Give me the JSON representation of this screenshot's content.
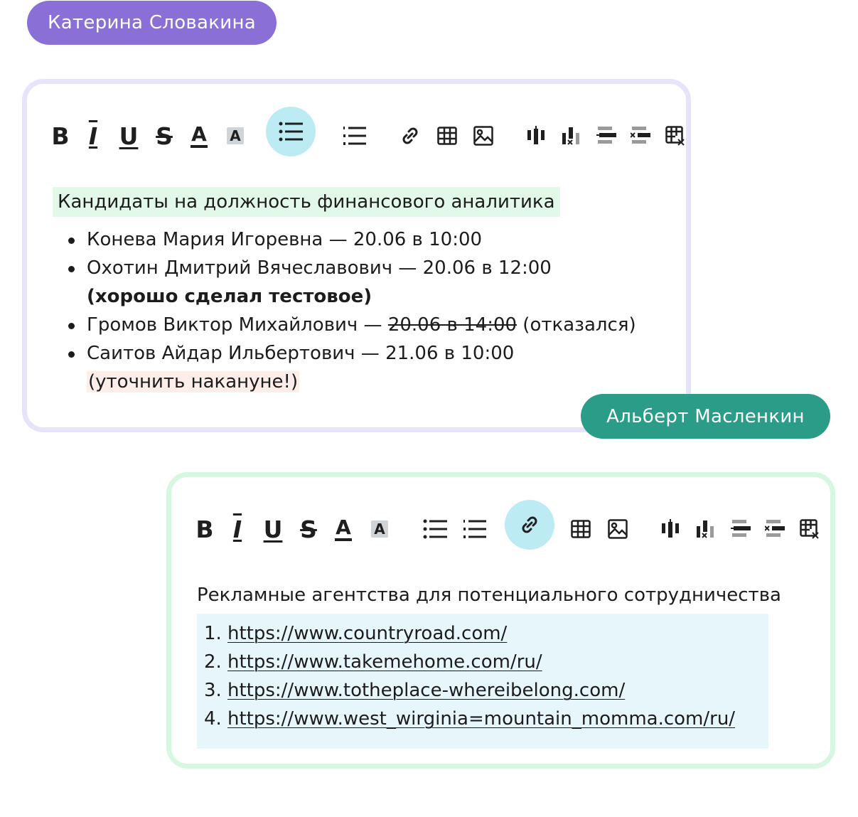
{
  "users": {
    "first": {
      "name": "Катерина Словакина",
      "color": "#8a70d6"
    },
    "second": {
      "name": "Альберт Масленкин",
      "color": "#2a9c88"
    }
  },
  "toolbar": {
    "bold": "B",
    "italic": "I",
    "underline": "U",
    "strikethrough": "S",
    "text_color": "A",
    "highlight": "A"
  },
  "editor_one": {
    "active_tool": "bulleted-list",
    "heading": "Кандидаты на должность финансового аналитика",
    "items": [
      {
        "name": "Конева Мария Игоревна",
        "sep": " — ",
        "time": "20.06 в 10:00"
      },
      {
        "name": "Охотин Дмитрий Вячеславович",
        "sep": " — ",
        "time": "20.06 в 12:00",
        "note": "(хорошо сделал тестовое)"
      },
      {
        "name": "Громов Виктор Михайлович",
        "sep": " — ",
        "time_struck": "20.06 в 14:00",
        "status": " (отказался)"
      },
      {
        "name": "Саитов Айдар Ильбертович",
        "sep": " — ",
        "time": "21.06 в 10:00",
        "note": "(уточнить накануне!)"
      }
    ]
  },
  "editor_two": {
    "active_tool": "link",
    "heading": "Рекламные агентства для потенциального сотрудничества",
    "links": [
      {
        "n": "1.",
        "url": "https://www.countryroad.com/"
      },
      {
        "n": "2.",
        "url": "https://www.takemehome.com/ru/"
      },
      {
        "n": "3.",
        "url": "https://www.totheplace-whereibelong.com/"
      },
      {
        "n": "4.",
        "url": "https://www.west_wirginia=mountain_momma.com/ru/"
      }
    ]
  }
}
